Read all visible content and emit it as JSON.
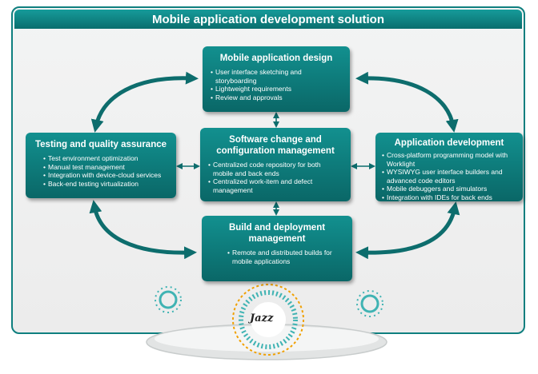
{
  "title": "Mobile application development solution",
  "boxes": {
    "design": {
      "heading": "Mobile application design",
      "items": [
        "User interface sketching and storyboarding",
        "Lightweight requirements",
        "Review and approvals"
      ]
    },
    "scm": {
      "heading": "Software change and configuration management",
      "items": [
        "Centralized code repository for both mobile and back ends",
        "Centralized work-item and defect management"
      ]
    },
    "testing": {
      "heading": "Testing and quality assurance",
      "items": [
        "Test environment optimization",
        "Manual test management",
        "Integration with device-cloud services",
        "Back-end testing virtualization"
      ]
    },
    "app_dev": {
      "heading": "Application development",
      "items": [
        "Cross-platform programming model with Worklight",
        "WYSIWYG user interface builders and advanced code editors",
        "Mobile debuggers and simulators",
        "Integration with IDEs for back ends"
      ]
    },
    "build": {
      "heading": "Build and deployment management",
      "items": [
        "Remote and distributed builds for mobile applications"
      ]
    }
  },
  "logo_text": "Jazz",
  "colors": {
    "box_top": "#12908f",
    "box_bottom": "#0a6767",
    "arrow": "#0d6d6d",
    "accent_orange": "#f0a000",
    "accent_teal": "#3fb3b3"
  }
}
